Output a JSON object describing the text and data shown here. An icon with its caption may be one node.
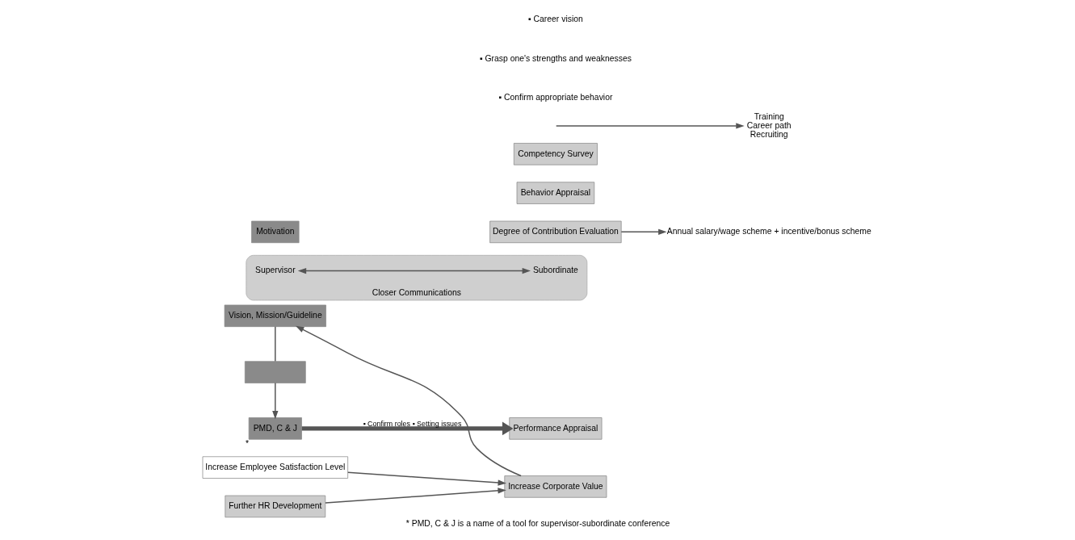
{
  "diagram": {
    "caption": "* PMD, C & J is a name of a tool for supervisor-subordinate conference",
    "nodes": [
      {
        "text": [
          "Vision, Mission/Guideline"
        ]
      },
      {
        "text": [],
        "shape": "box"
      },
      {
        "text": [
          "PMD, C & J"
        ],
        "beside": [
          "*"
        ]
      },
      {
        "text": [
          "Closer Communications"
        ]
      },
      {
        "text": [
          "Supervisor"
        ],
        "in": 3
      },
      {
        "text": [
          "Subordinate"
        ],
        "in": 3
      },
      {
        "text": [
          "Motivation"
        ]
      },
      {
        "text": [
          "Degree of Contribution Evaluation"
        ]
      },
      {
        "text": [
          "Performance Appraisal"
        ]
      },
      {
        "text": [
          "Behavior Appraisal"
        ]
      },
      {
        "text": [
          "Competency Survey"
        ]
      },
      {
        "text": [
          "Annual salary/wage scheme + incentive/bonus scheme"
        ]
      },
      {
        "text": [
          "Training",
          "Career path",
          "Recruiting"
        ]
      },
      {
        "text": [
          "Increase Employee Satisfaction Level"
        ]
      },
      {
        "text": [
          "Further HR Development"
        ]
      },
      {
        "text": [
          "Increase Corporate Value"
        ]
      }
    ],
    "edges": [
      {
        "from": 0,
        "to": 1,
        "arrow": "none"
      },
      {
        "from": 1,
        "to": 2,
        "arrow": "to"
      },
      {
        "from": 4,
        "to": 5,
        "arrow": "both"
      },
      {
        "from": 2,
        "to": 8,
        "arrow": "to",
        "label": "▪ Confirm roles ▪ Setting issues",
        "style": "thick"
      },
      {
        "from": 7,
        "to": 11,
        "arrow": "to"
      },
      {
        "from": null,
        "to": 12,
        "arrow": "to"
      },
      {
        "from": 13,
        "to": 15,
        "arrow": "to"
      },
      {
        "from": 14,
        "to": 15,
        "arrow": "to"
      },
      {
        "from": 15,
        "to": 0,
        "arrow": "to"
      }
    ],
    "labels": [
      "▪ Confirm appropriate behavior",
      "▪ Grasp one's strengths and weaknesses",
      "▪ Career vision"
    ]
  }
}
